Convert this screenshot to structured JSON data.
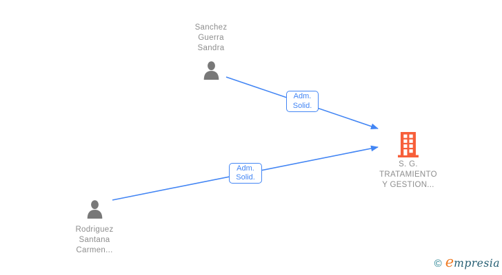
{
  "diagram": {
    "nodes": {
      "person_top": {
        "type": "person",
        "label_lines": [
          "Sanchez",
          "Guerra",
          "Sandra"
        ]
      },
      "person_bottom": {
        "type": "person",
        "label_lines": [
          "Rodriguez",
          "Santana",
          "Carmen..."
        ]
      },
      "company": {
        "type": "building",
        "label_lines": [
          "S. G.",
          "TRATAMIENTO",
          "Y GESTION..."
        ]
      }
    },
    "edges": {
      "edge_top": {
        "from": "person_top",
        "to": "company",
        "label_lines": [
          "Adm.",
          "Solid."
        ]
      },
      "edge_bottom": {
        "from": "person_bottom",
        "to": "company",
        "label_lines": [
          "Adm.",
          "Solid."
        ]
      }
    },
    "colors": {
      "edge_blue": "#4285f4",
      "person_gray": "#787878",
      "building_orange": "#f75f3a",
      "label_gray": "#8e8e8e"
    }
  },
  "watermark": {
    "copyright_symbol": "©",
    "brand_initial": "e",
    "brand_rest": "mpresia",
    "copyright_color": "#1f7e8f",
    "initial_color": "#ef7c26",
    "brand_color": "#255e73"
  }
}
